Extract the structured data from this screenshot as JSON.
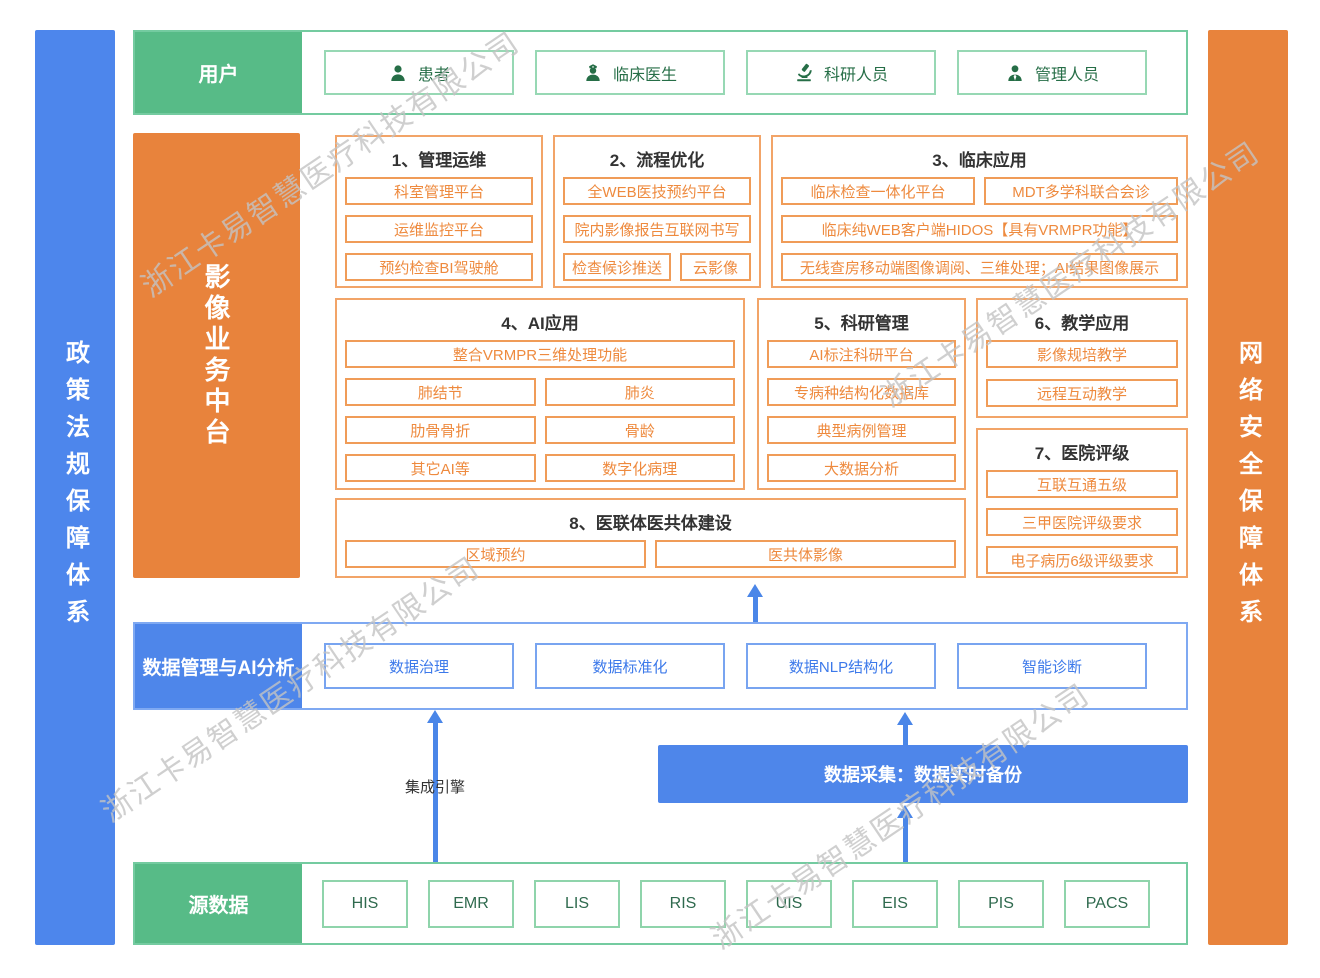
{
  "watermark": "浙江卡易智慧医疗科技有限公司",
  "colors": {
    "green": "#57bb87",
    "orange": "#e8833c",
    "blue": "#4e86ea",
    "arrow_blue": "#4a86e8"
  },
  "pillars": {
    "left": "政策法规保障体系",
    "right": "网络安全保障体系"
  },
  "users": {
    "label": "用户",
    "items": [
      {
        "label": "患者",
        "icon": "patient-icon"
      },
      {
        "label": "临床医生",
        "icon": "doctor-icon"
      },
      {
        "label": "科研人员",
        "icon": "microscope-icon"
      },
      {
        "label": "管理人员",
        "icon": "admin-icon"
      }
    ]
  },
  "platform": {
    "label": "影像业务中台",
    "groups": [
      {
        "title": "1、管理运维",
        "items": [
          "科室管理平台",
          "运维监控平台",
          "预约检查BI驾驶舱"
        ]
      },
      {
        "title": "2、流程优化",
        "items": [
          "全WEB医技预约平台",
          "院内影像报告互联网书写",
          "检查候诊推送",
          "云影像"
        ]
      },
      {
        "title": "3、临床应用",
        "items": [
          "临床检查一体化平台",
          "MDT多学科联合会诊",
          "临床纯WEB客户端HIDOS【具有VRMPR功能】",
          "无线查房移动端图像调阅、三维处理；AI结果图像展示"
        ]
      },
      {
        "title": "4、AI应用",
        "items": [
          "整合VRMPR三维处理功能",
          "肺结节",
          "肺炎",
          "肋骨骨折",
          "骨龄",
          "其它AI等",
          "数字化病理"
        ]
      },
      {
        "title": "5、科研管理",
        "items": [
          "AI标注科研平台",
          "专病种结构化数据库",
          "典型病例管理",
          "大数据分析"
        ]
      },
      {
        "title": "6、教学应用",
        "items": [
          "影像规培教学",
          "远程互动教学"
        ]
      },
      {
        "title": "7、医院评级",
        "items": [
          "互联互通五级",
          "三甲医院评级要求",
          "电子病历6级评级要求"
        ]
      },
      {
        "title": "8、医联体医共体建设",
        "items": [
          "区域预约",
          "医共体影像"
        ]
      }
    ]
  },
  "data_mgmt": {
    "label": "数据管理与AI分析",
    "items": [
      "数据治理",
      "数据标准化",
      "数据NLP结构化",
      "智能诊断"
    ]
  },
  "integration": {
    "engine_label": "集成引擎",
    "collection_label": "数据采集：数据实时备份"
  },
  "source": {
    "label": "源数据",
    "items": [
      "HIS",
      "EMR",
      "LIS",
      "RIS",
      "UIS",
      "EIS",
      "PIS",
      "PACS"
    ]
  }
}
